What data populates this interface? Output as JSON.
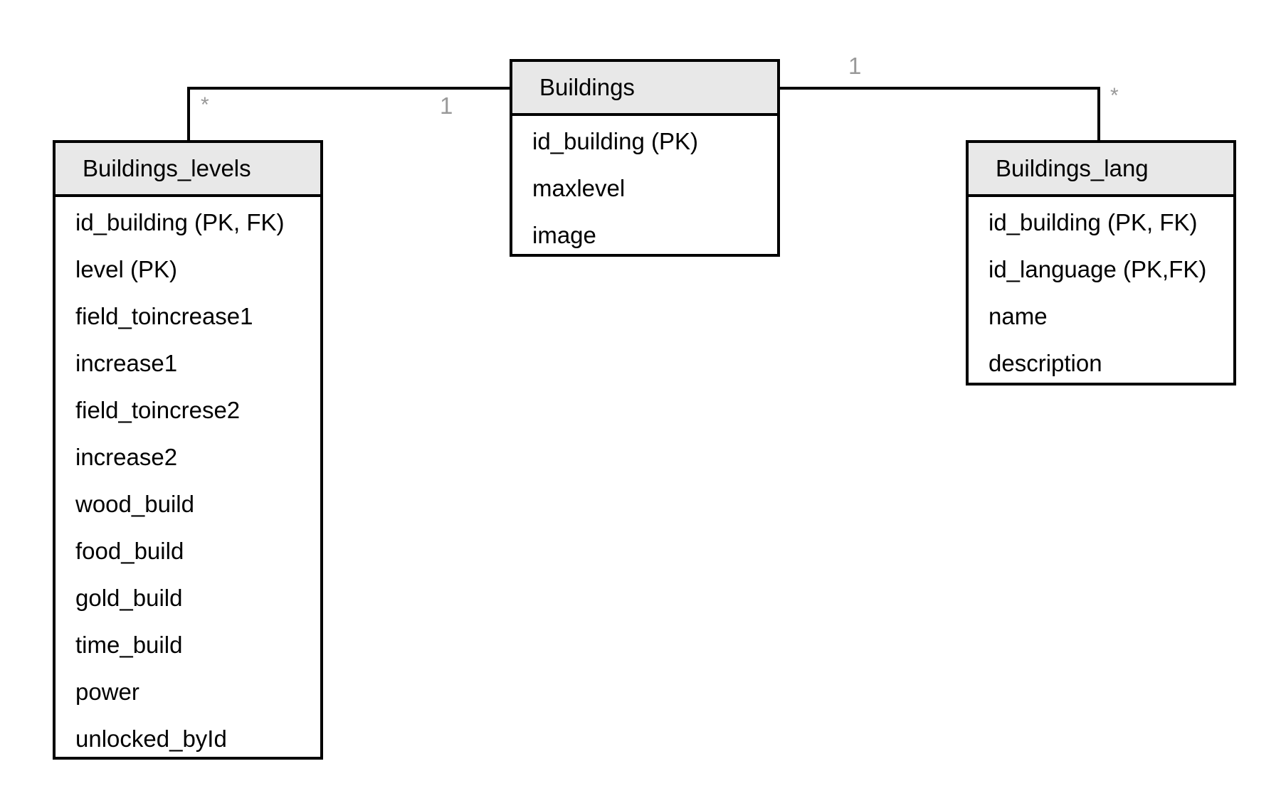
{
  "entities": {
    "buildings": {
      "title": "Buildings",
      "attributes": [
        "id_building (PK)",
        "maxlevel",
        "image"
      ]
    },
    "buildings_levels": {
      "title": "Buildings_levels",
      "attributes": [
        "id_building (PK, FK)",
        "level (PK)",
        "field_toincrease1",
        "increase1",
        "field_toincrese2",
        "increase2",
        "wood_build",
        "food_build",
        "gold_build",
        "time_build",
        "power",
        "unlocked_byId"
      ]
    },
    "buildings_lang": {
      "title": "Buildings_lang",
      "attributes": [
        "id_building (PK, FK)",
        "id_language (PK,FK)",
        "name",
        "description"
      ]
    }
  },
  "relationships": {
    "levels_to_buildings": {
      "many_label": "*",
      "one_label": "1"
    },
    "buildings_to_lang": {
      "one_label": "1",
      "many_label": "*"
    }
  },
  "colors": {
    "line": "#000000",
    "header_fill": "#e8e8e8",
    "multiplicity_text": "#999999"
  }
}
